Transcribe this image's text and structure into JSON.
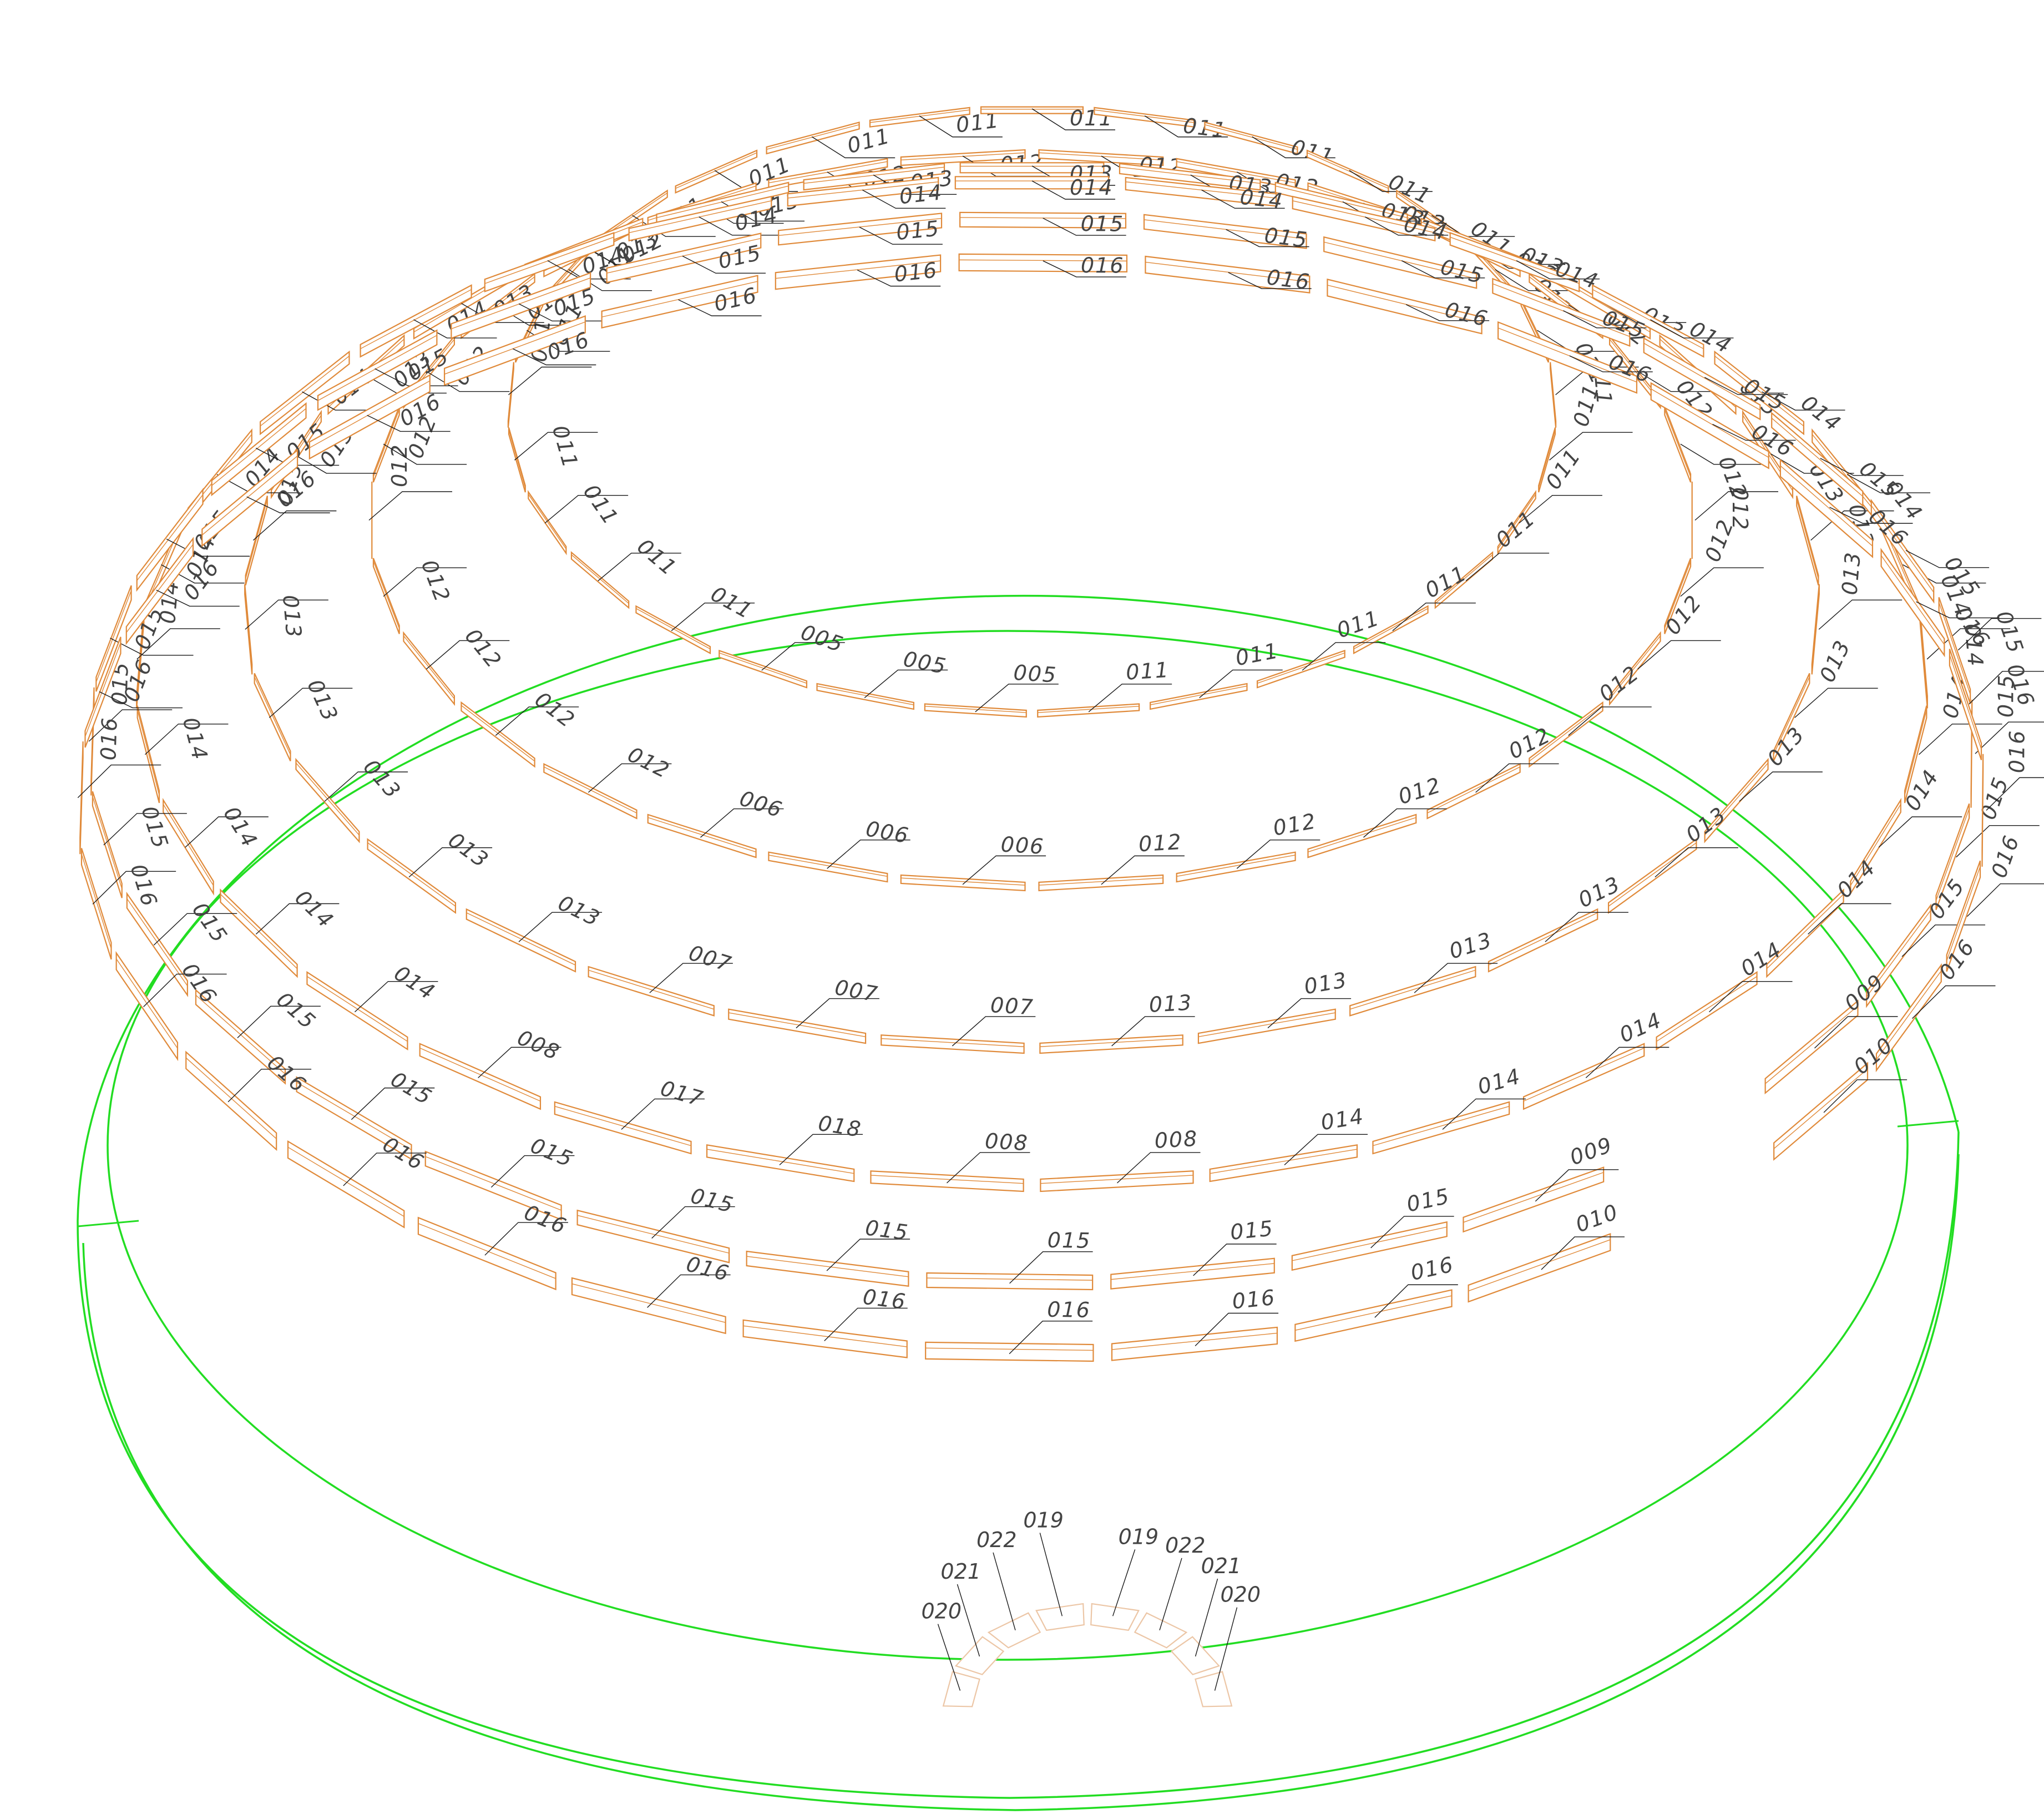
{
  "colors": {
    "block_stroke": "#e08a3a",
    "block_fill": "#ffffff",
    "leader": "#1a1a1a",
    "label": "#444444",
    "base_ring": "#22dd22",
    "door_stroke": "#ecc6a6"
  },
  "tiers": [
    {
      "labels": [
        "005",
        "005",
        "005",
        "011",
        "011",
        "011",
        "011",
        "011",
        "011",
        "011",
        "011",
        "011",
        "011",
        "011",
        "011",
        "011",
        "011",
        "011",
        "011",
        "011",
        "011",
        "011",
        "011",
        "011",
        "011",
        "011",
        "011",
        "011",
        "011"
      ]
    },
    {
      "labels": [
        "006",
        "006",
        "006",
        "012",
        "012",
        "012",
        "012",
        "012",
        "012",
        "012",
        "012",
        "012",
        "012",
        "012",
        "012",
        "012",
        "012",
        "012",
        "012",
        "012",
        "012",
        "012",
        "012",
        "012",
        "012",
        "012",
        "012",
        "012",
        "012",
        "012"
      ]
    },
    {
      "labels": [
        "007",
        "007",
        "007",
        "013",
        "013",
        "013",
        "013",
        "013",
        "013",
        "013",
        "013",
        "013",
        "013",
        "013",
        "013",
        "013",
        "013",
        "013",
        "013",
        "013",
        "013",
        "013",
        "013",
        "013",
        "013",
        "013",
        "013",
        "013",
        "013",
        "013",
        "013"
      ]
    },
    {
      "labels": [
        "008",
        "018",
        "017",
        "008",
        "014",
        "014",
        "014",
        "014",
        "014",
        "014",
        "014",
        "014",
        "014",
        "014",
        "014",
        "014",
        "014",
        "014",
        "014",
        "014",
        "014",
        "014",
        "014",
        "014",
        "014",
        "014",
        "014",
        "014",
        "014",
        "014",
        "014",
        "014",
        "008"
      ]
    },
    {
      "labels": [
        "009",
        "015",
        "015",
        "015",
        "015",
        "015",
        "015",
        "015",
        "015",
        "015",
        "015",
        "015",
        "015",
        "015",
        "015",
        "015",
        "015",
        "015",
        "015",
        "015",
        "015",
        "015",
        "015",
        "015",
        "015",
        "015",
        "015",
        "015",
        "015",
        "015",
        "009"
      ]
    },
    {
      "labels": [
        "010",
        "016",
        "016",
        "016",
        "016",
        "016",
        "016",
        "016",
        "016",
        "016",
        "016",
        "016",
        "016",
        "016",
        "016",
        "016",
        "016",
        "016",
        "016",
        "016",
        "016",
        "016",
        "016",
        "016",
        "016",
        "016",
        "016",
        "016",
        "016",
        "016",
        "010"
      ]
    }
  ],
  "door": {
    "labels_left": [
      "020",
      "021",
      "022",
      "019"
    ],
    "labels_right": [
      "019",
      "022",
      "021",
      "020"
    ]
  }
}
